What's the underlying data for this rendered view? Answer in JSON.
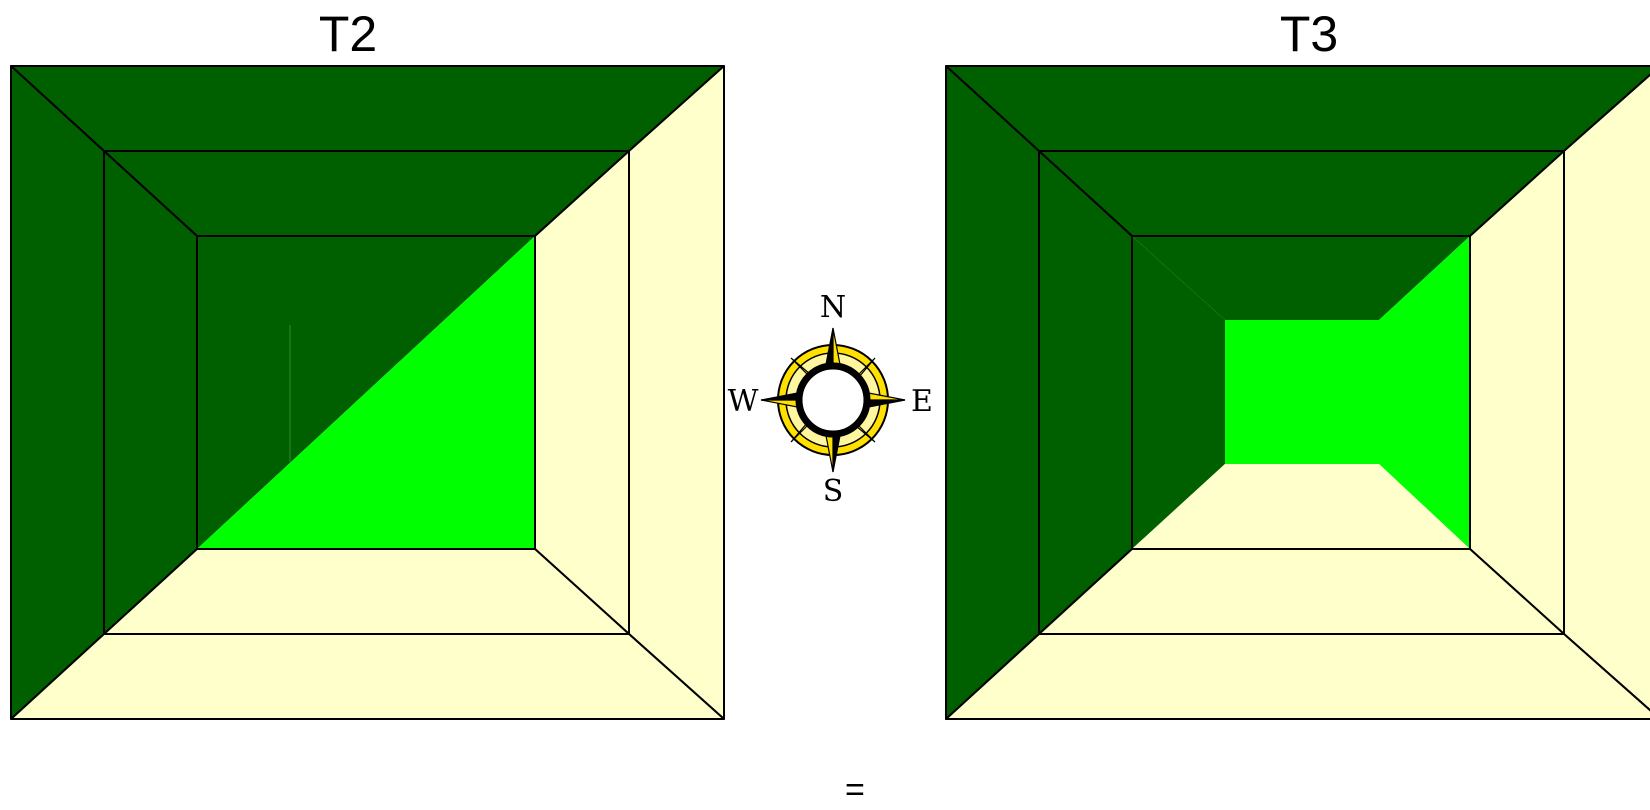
{
  "panels": [
    {
      "title": "T2"
    },
    {
      "title": "T3"
    }
  ],
  "compass": {
    "north": "N",
    "south": "S",
    "east": "E",
    "west": "W"
  },
  "footer": {
    "symbol": "="
  },
  "colors": {
    "dark_green": "#006000",
    "bright_green": "#00ff00",
    "cream": "#ffffcc",
    "gold": "#ffe000"
  }
}
